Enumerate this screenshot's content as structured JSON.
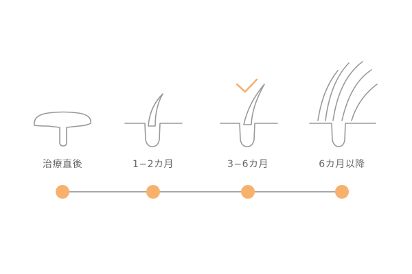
{
  "stages": [
    {
      "label": "治療直後",
      "illustration": "extracted-follicle-icon",
      "checked": false
    },
    {
      "label": "1−2カ月",
      "illustration": "short-hair-follicle-icon",
      "checked": false
    },
    {
      "label": "3−6カ月",
      "illustration": "growing-hair-follicle-icon",
      "checked": true
    },
    {
      "label": "6カ月以降",
      "illustration": "regrown-hair-cluster-icon",
      "checked": false
    }
  ],
  "colors": {
    "stroke": "#999999",
    "accent": "#f7b16d",
    "line": "#8c8c8c",
    "text": "#666666"
  }
}
